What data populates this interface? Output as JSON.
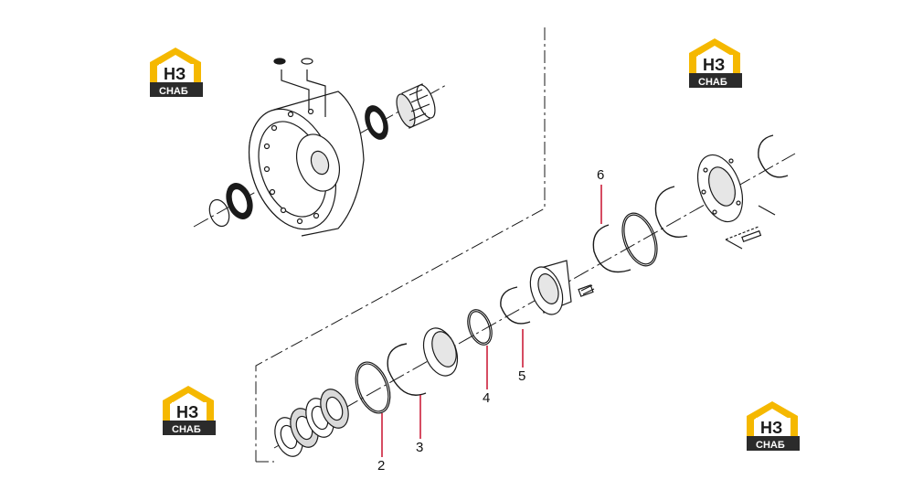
{
  "logo": {
    "letters": "НЗ",
    "caption": "СНАБ",
    "colors": {
      "yellow": "#f5b800",
      "dark": "#2b2b2b",
      "text": "#ffffff"
    }
  },
  "callouts": [
    {
      "number": "2",
      "line_color": "#c8102e"
    },
    {
      "number": "3",
      "line_color": "#c8102e"
    },
    {
      "number": "4",
      "line_color": "#c8102e"
    },
    {
      "number": "5",
      "line_color": "#c8102e"
    },
    {
      "number": "6",
      "line_color": "#c8102e"
    }
  ],
  "colors": {
    "ink": "#1a1a1a",
    "fill": "#ffffff",
    "shade": "#d9d9d9"
  }
}
